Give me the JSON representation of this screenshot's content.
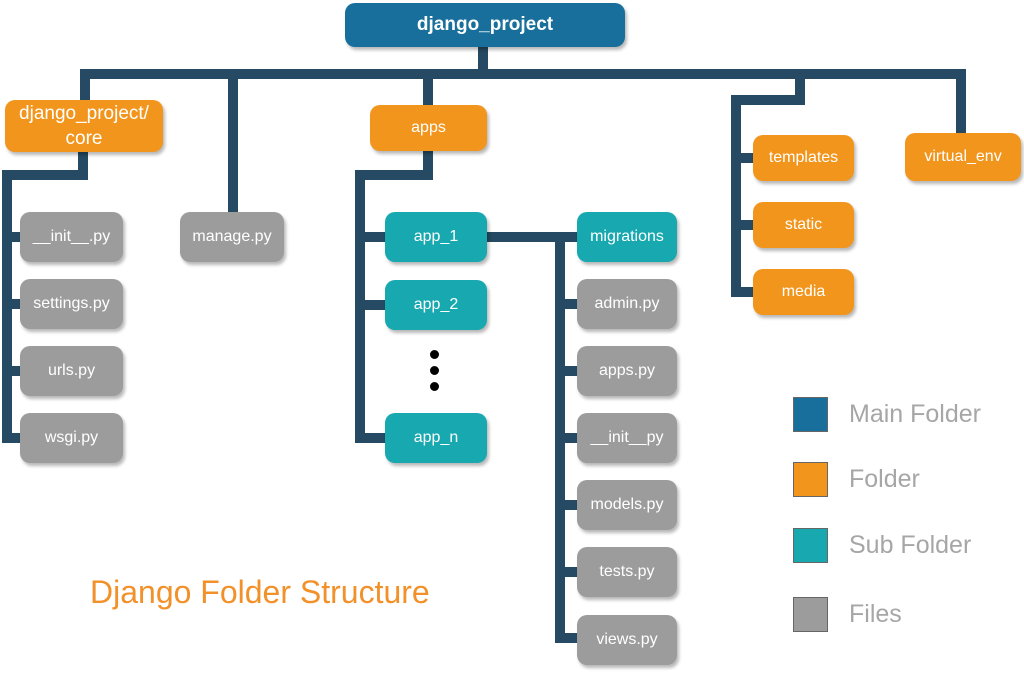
{
  "title": "Django Folder Structure",
  "colors": {
    "main_folder": "#186f9c",
    "folder": "#f2951c",
    "sub_folder": "#17a8b0",
    "files": "#9c9c9c",
    "connector": "#264a63",
    "title_text": "#f2912a",
    "legend_text": "#a6a6a6",
    "ellipsis_dots": "#000000"
  },
  "nodes": {
    "django_project": {
      "label": "django_project",
      "type": "main-folder"
    },
    "core": {
      "line1": "django_project/",
      "line2": "core",
      "type": "folder"
    },
    "init_core": {
      "label": "__init__.py",
      "type": "file"
    },
    "settings": {
      "label": "settings.py",
      "type": "file"
    },
    "urls": {
      "label": "urls.py",
      "type": "file"
    },
    "wsgi": {
      "label": "wsgi.py",
      "type": "file"
    },
    "manage": {
      "label": "manage.py",
      "type": "file"
    },
    "apps": {
      "label": "apps",
      "type": "folder"
    },
    "app_1": {
      "label": "app_1",
      "type": "sub-folder"
    },
    "app_2": {
      "label": "app_2",
      "type": "sub-folder"
    },
    "app_n": {
      "label": "app_n",
      "type": "sub-folder"
    },
    "migrations": {
      "label": "migrations",
      "type": "sub-folder"
    },
    "admin": {
      "label": "admin.py",
      "type": "file"
    },
    "apps_py": {
      "label": "apps.py",
      "type": "file"
    },
    "init_app": {
      "label": "__init__py",
      "type": "file"
    },
    "models": {
      "label": "models.py",
      "type": "file"
    },
    "tests": {
      "label": "tests.py",
      "type": "file"
    },
    "views": {
      "label": "views.py",
      "type": "file"
    },
    "templates": {
      "label": "templates",
      "type": "folder"
    },
    "static": {
      "label": "static",
      "type": "folder"
    },
    "media": {
      "label": "media",
      "type": "folder"
    },
    "virtual_env": {
      "label": "virtual_env",
      "type": "folder"
    }
  },
  "ellipsis_icon": "vertical-ellipsis",
  "legend": {
    "items": [
      {
        "label": "Main Folder",
        "color": "#186f9c"
      },
      {
        "label": "Folder",
        "color": "#f2951c"
      },
      {
        "label": "Sub Folder",
        "color": "#17a8b0"
      },
      {
        "label": "Files",
        "color": "#9c9c9c"
      }
    ]
  }
}
